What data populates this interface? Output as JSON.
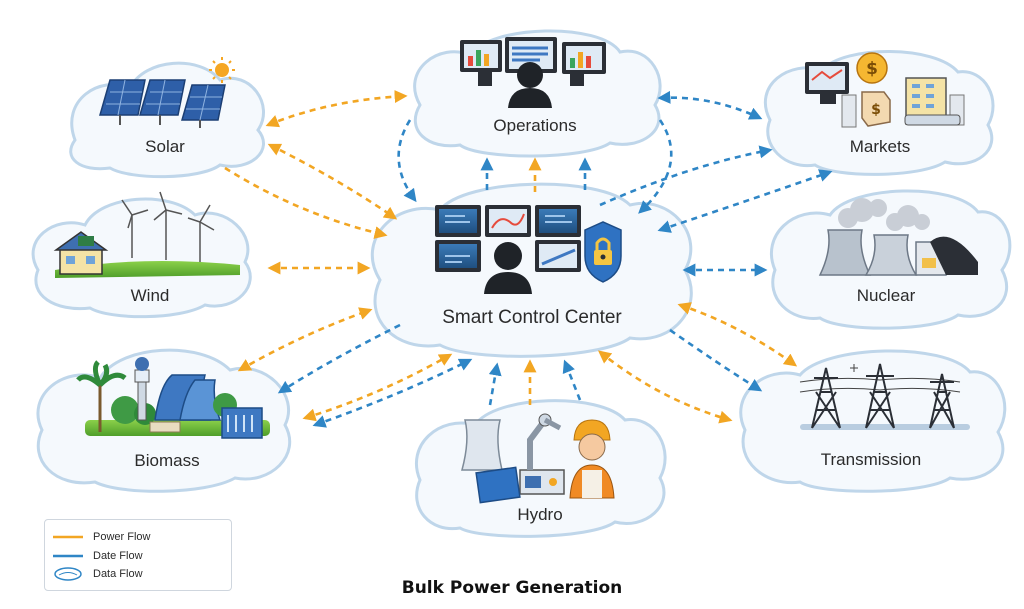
{
  "title": "Bulk Power Generation",
  "center": {
    "label": "Smart Control Center"
  },
  "nodes": {
    "solar": "Solar",
    "wind": "Wind",
    "biomass": "Biomass",
    "operations": "Operations",
    "hydro": "Hydro",
    "markets": "Markets",
    "nuclear": "Nuclear",
    "transmission": "Transmission"
  },
  "legend": [
    {
      "label": "Power Flow",
      "style": "orange-line"
    },
    {
      "label": "Date Flow",
      "style": "blue-line"
    },
    {
      "label": "Data Flow",
      "style": "blue-ellipse"
    }
  ],
  "colors": {
    "power_flow": "#f2a623",
    "data_flow": "#2f86c6",
    "cloud_fill": "#f5f9fd",
    "cloud_stroke": "#bfd6ea"
  }
}
